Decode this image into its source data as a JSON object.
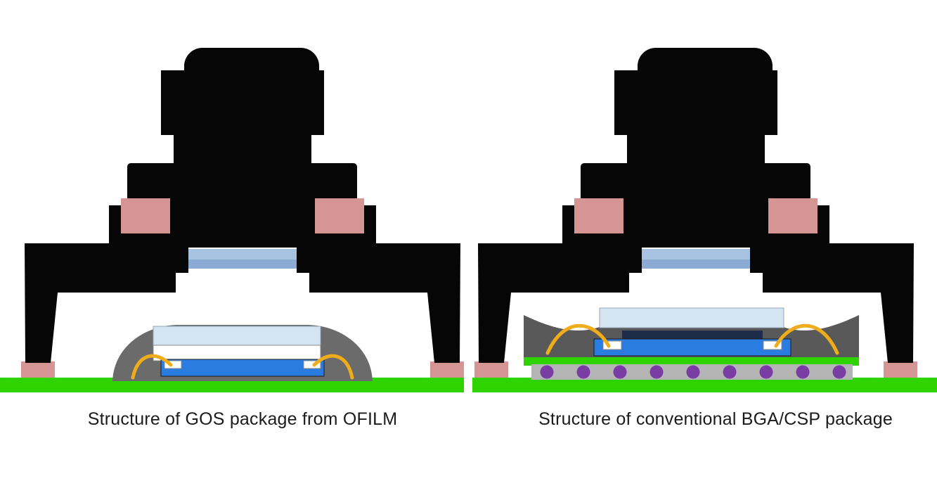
{
  "page": {
    "background": "#ffffff"
  },
  "palette": {
    "module_black": "#060606",
    "spacer_pink": "#d69595",
    "filter_top": "#a8c3e2",
    "filter_bottom": "#8cabd4",
    "glass_blue": "#d4e4f0",
    "glass_stroke": "#93a9ba",
    "die_blue": "#2b7ce0",
    "wire_yellow": "#f0ad1b",
    "dome_gray": "#6b6b6b",
    "package_gray": "#595959",
    "ball_layer_gray": "#b4b4b4",
    "ball_purple": "#7a3da3",
    "pcb_green": "#2ed300",
    "dark_spacer": "#1e2c49",
    "caption_color": "#1b1b1b"
  },
  "diagrams": [
    {
      "id": "gos",
      "caption": "Structure of GOS package from OFILM"
    },
    {
      "id": "bga",
      "caption": "Structure of conventional BGA/CSP package"
    }
  ]
}
